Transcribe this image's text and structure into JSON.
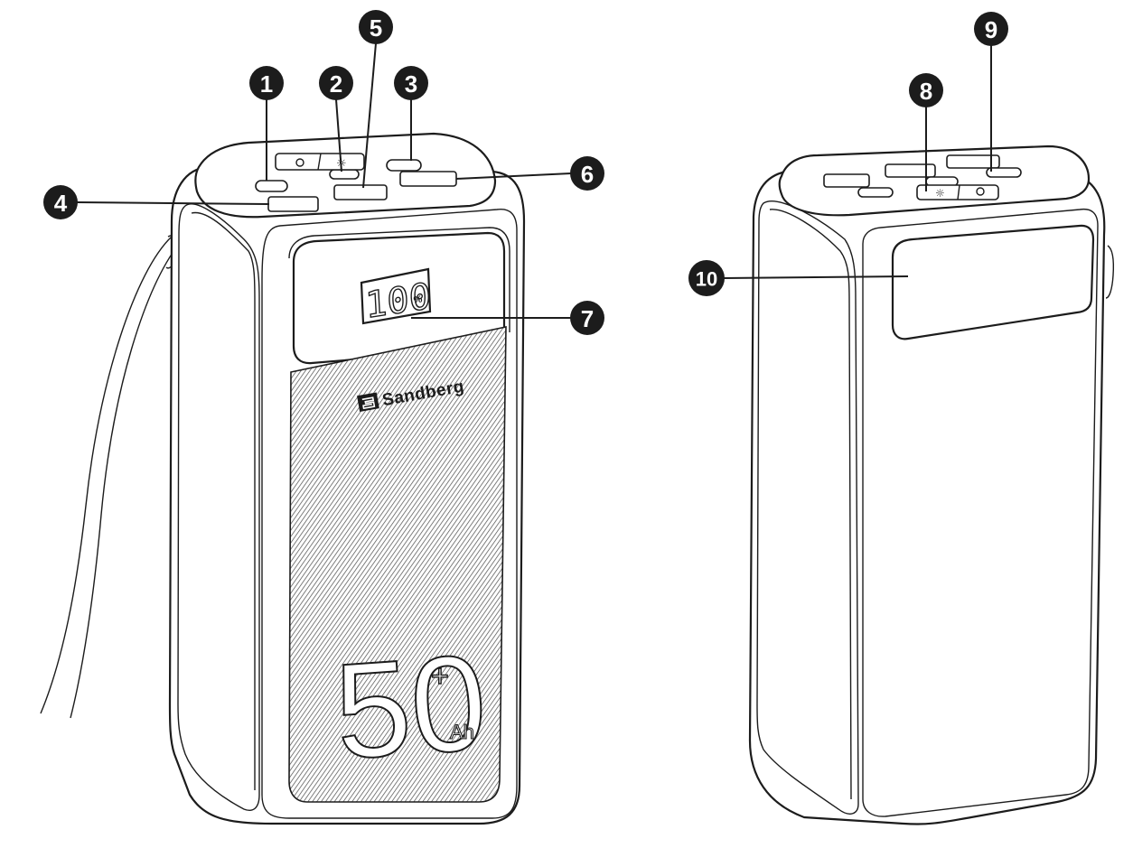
{
  "product": {
    "brand": "Sandberg",
    "display_value": "100",
    "display_unit": "%",
    "capacity": "50",
    "capacity_plus": "+",
    "capacity_unit": "Ah"
  },
  "callouts": [
    "1",
    "2",
    "3",
    "4",
    "5",
    "6",
    "7",
    "8",
    "9",
    "10"
  ],
  "colors": {
    "ink": "#1c1c1c",
    "background": "#ffffff"
  }
}
